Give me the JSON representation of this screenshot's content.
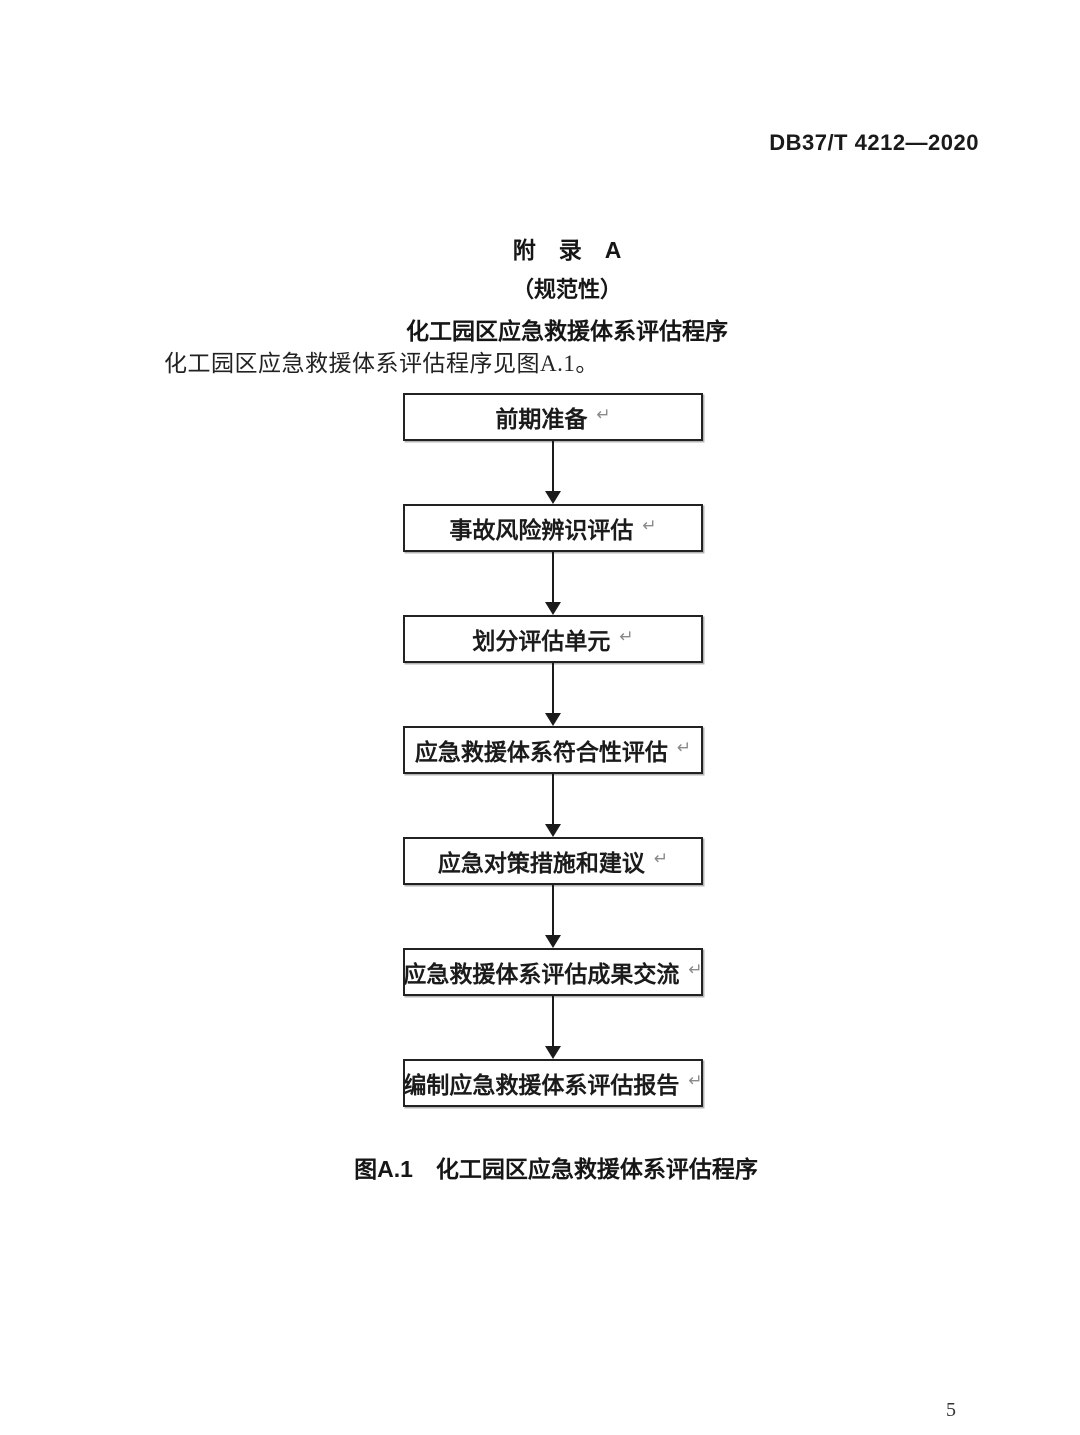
{
  "page": {
    "header_code": "DB37/T 4212—2020",
    "page_number": "5"
  },
  "appendix": {
    "title_line1": "附　录　A",
    "title_line2": "（规范性）",
    "title_line3": "化工园区应急救援体系评估程序",
    "intro_text": "化工园区应急救援体系评估程序见图A.1。"
  },
  "figure": {
    "caption": "图A.1　化工园区应急救援体系评估程序",
    "return_mark": "↵",
    "steps": [
      {
        "label": "前期准备"
      },
      {
        "label": "事故风险辨识评估"
      },
      {
        "label": "划分评估单元"
      },
      {
        "label": "应急救援体系符合性评估"
      },
      {
        "label": "应急对策措施和建议"
      },
      {
        "label": "应急救援体系评估成果交流"
      },
      {
        "label": "编制应急救援体系评估报告"
      }
    ]
  },
  "colors": {
    "page_background": "#ffffff",
    "text": "#1c1c1c",
    "box_border": "#222222",
    "arrow": "#1b1b1b",
    "return_mark": "#8a8a8a"
  }
}
